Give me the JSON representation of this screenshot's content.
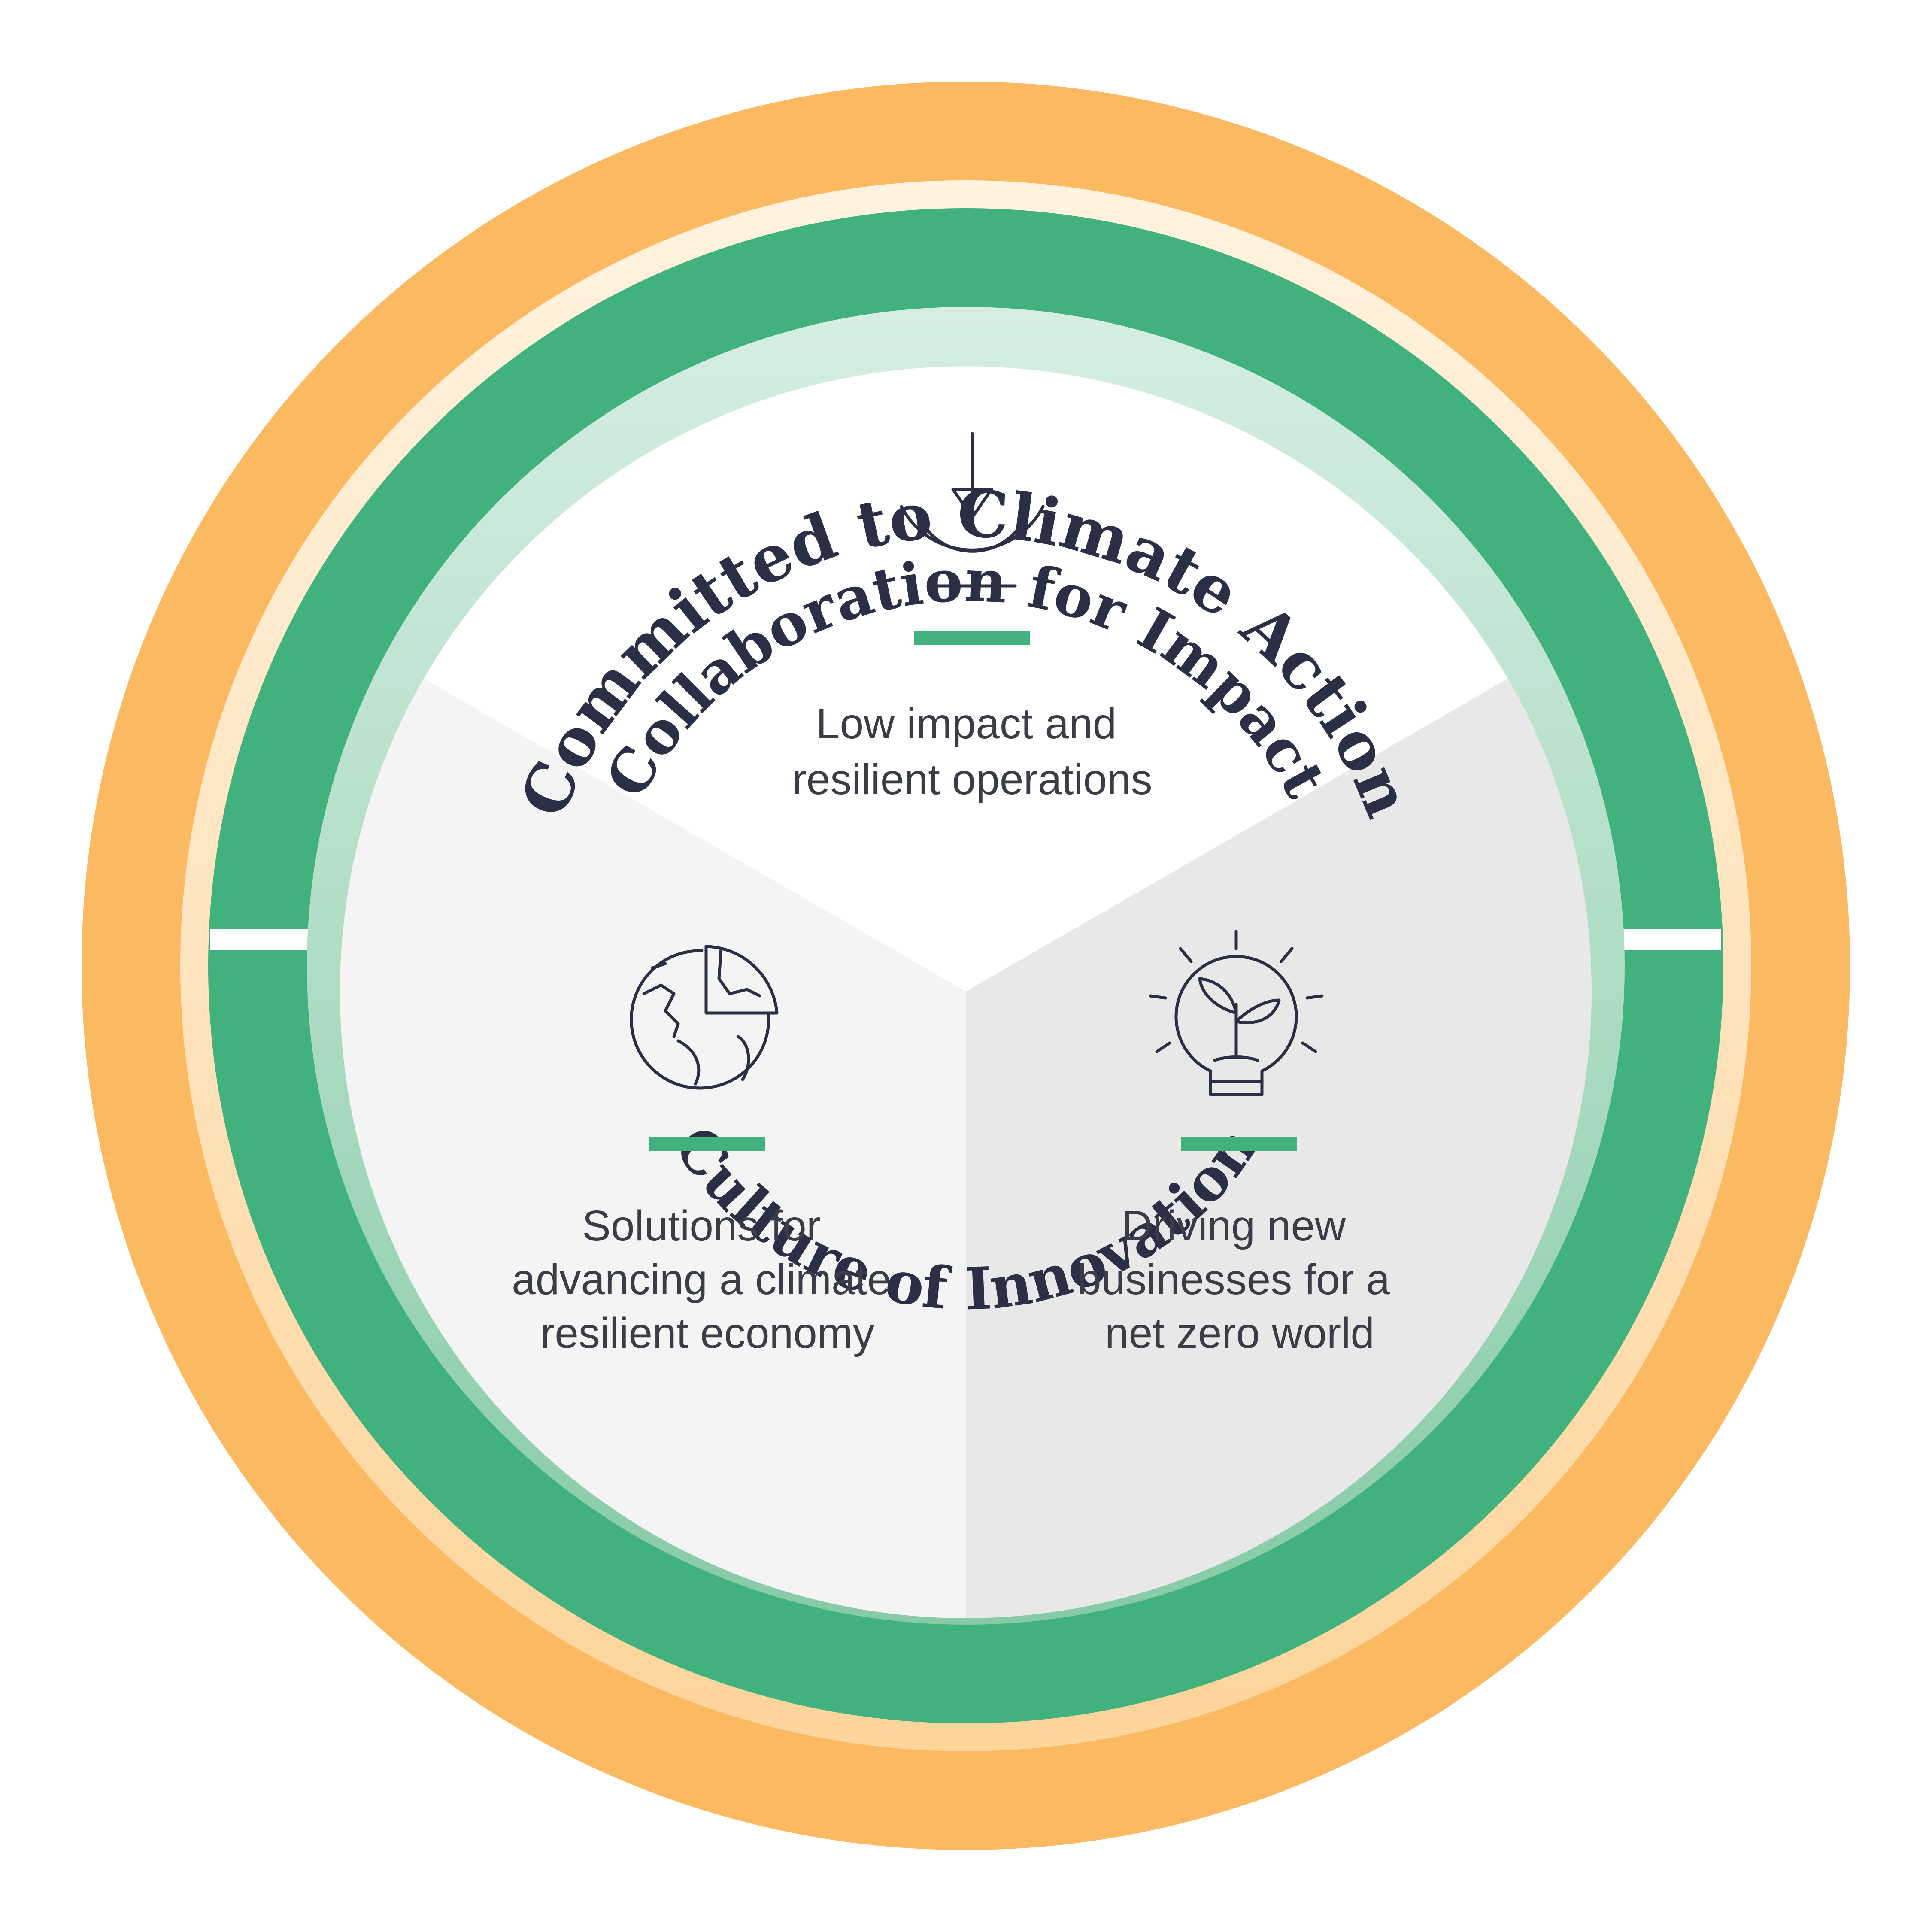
{
  "rings": {
    "outer_label": "Committed to Climate Action",
    "middle_top_label": "Collaboration for Impact",
    "middle_bottom_label": "Culture of Innovation"
  },
  "segments": [
    {
      "icon": "waves-arrow-icon",
      "lines": [
        "Low impact and",
        "resilient operations"
      ]
    },
    {
      "icon": "globe-icon",
      "lines": [
        "Solutions for",
        "advancing a climate",
        "resilient economy"
      ]
    },
    {
      "icon": "lightbulb-sprout-icon",
      "lines": [
        "Driving new",
        "businesses for a",
        "net zero world"
      ]
    }
  ],
  "colors": {
    "outer_ring": "#fbb962",
    "outer_ring_inner": "#fde2bd",
    "green_ring": "#41b27d",
    "light_green_ring": "#bfe3d0",
    "segment_top": "#ffffff",
    "segment_left": "#f4f4f4",
    "segment_right": "#e8e8e8",
    "accent_bar": "#41b27d",
    "label": "#2b2f45"
  }
}
